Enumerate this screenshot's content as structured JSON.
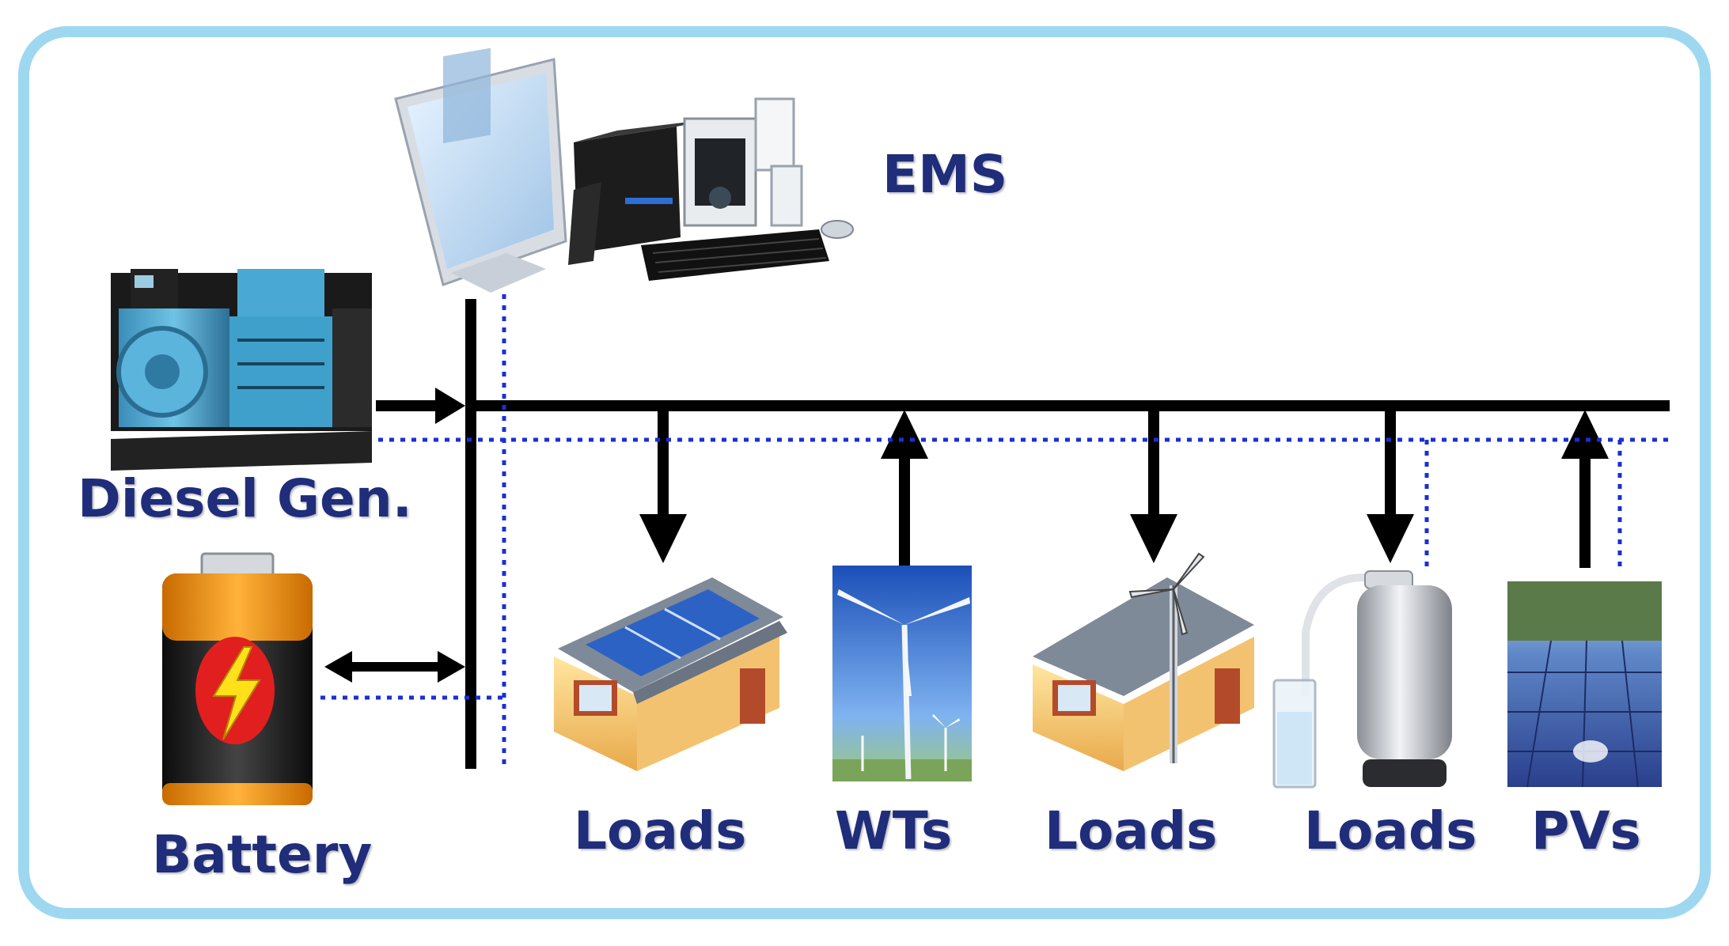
{
  "labels": {
    "ems": "EMS",
    "diesel": "Diesel Gen.",
    "battery": "Battery",
    "loads1": "Loads",
    "wts": "WTs",
    "loads2": "Loads",
    "loads3": "Loads",
    "pvs": "PVs"
  },
  "icons": {
    "ems": "computer-workstation-icon",
    "diesel": "diesel-generator-icon",
    "battery": "battery-icon",
    "loads1": "solar-house-icon",
    "wts": "wind-turbine-photo-icon",
    "loads2": "house-with-turbine-icon",
    "loads3": "water-purifier-icon",
    "pvs": "solar-panel-photo-icon"
  },
  "colors": {
    "frame_border": "#9ed8f0",
    "label_text": "#1f2d7a",
    "power_bus": "#000000",
    "comm_line": "#1a2fd6"
  }
}
